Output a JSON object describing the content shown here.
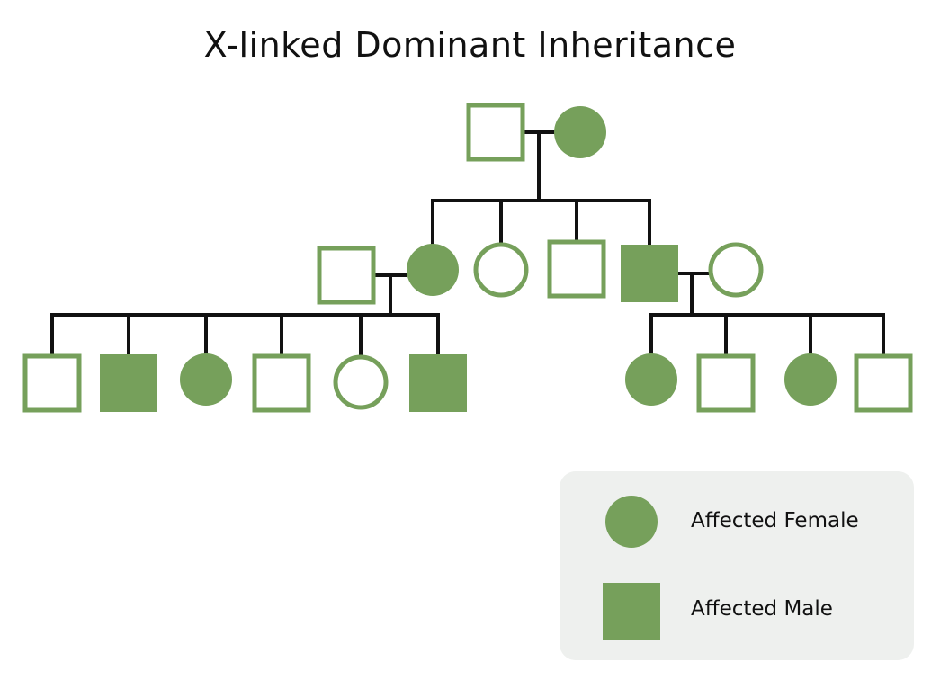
{
  "title": "X-linked Dominant Inheritance",
  "colors": {
    "affected": "#76a05b",
    "unaffected_stroke": "#76a05b",
    "line": "#111111",
    "legend_bg": "#eef0ee"
  },
  "pedigree": {
    "individuals": [
      {
        "id": "g1-father",
        "sex": "male",
        "affected": false
      },
      {
        "id": "g1-mother",
        "sex": "female",
        "affected": true
      },
      {
        "id": "g2-daughter-1",
        "sex": "female",
        "affected": true
      },
      {
        "id": "g2-daughter-1-spouse",
        "sex": "male",
        "affected": false
      },
      {
        "id": "g2-daughter-2",
        "sex": "female",
        "affected": false
      },
      {
        "id": "g2-son-1",
        "sex": "male",
        "affected": false
      },
      {
        "id": "g2-son-2",
        "sex": "male",
        "affected": true
      },
      {
        "id": "g2-son-2-spouse",
        "sex": "female",
        "affected": false
      },
      {
        "id": "g3a-son-1",
        "sex": "male",
        "affected": false
      },
      {
        "id": "g3a-son-2",
        "sex": "male",
        "affected": true
      },
      {
        "id": "g3a-daughter-1",
        "sex": "female",
        "affected": true
      },
      {
        "id": "g3a-son-3",
        "sex": "male",
        "affected": false
      },
      {
        "id": "g3a-daughter-2",
        "sex": "female",
        "affected": false
      },
      {
        "id": "g3a-son-4",
        "sex": "male",
        "affected": true
      },
      {
        "id": "g3b-daughter-1",
        "sex": "female",
        "affected": true
      },
      {
        "id": "g3b-son-1",
        "sex": "male",
        "affected": false
      },
      {
        "id": "g3b-daughter-2",
        "sex": "female",
        "affected": true
      },
      {
        "id": "g3b-son-2",
        "sex": "male",
        "affected": false
      }
    ]
  },
  "legend": {
    "female_label": "Affected Female",
    "male_label": "Affected Male"
  }
}
